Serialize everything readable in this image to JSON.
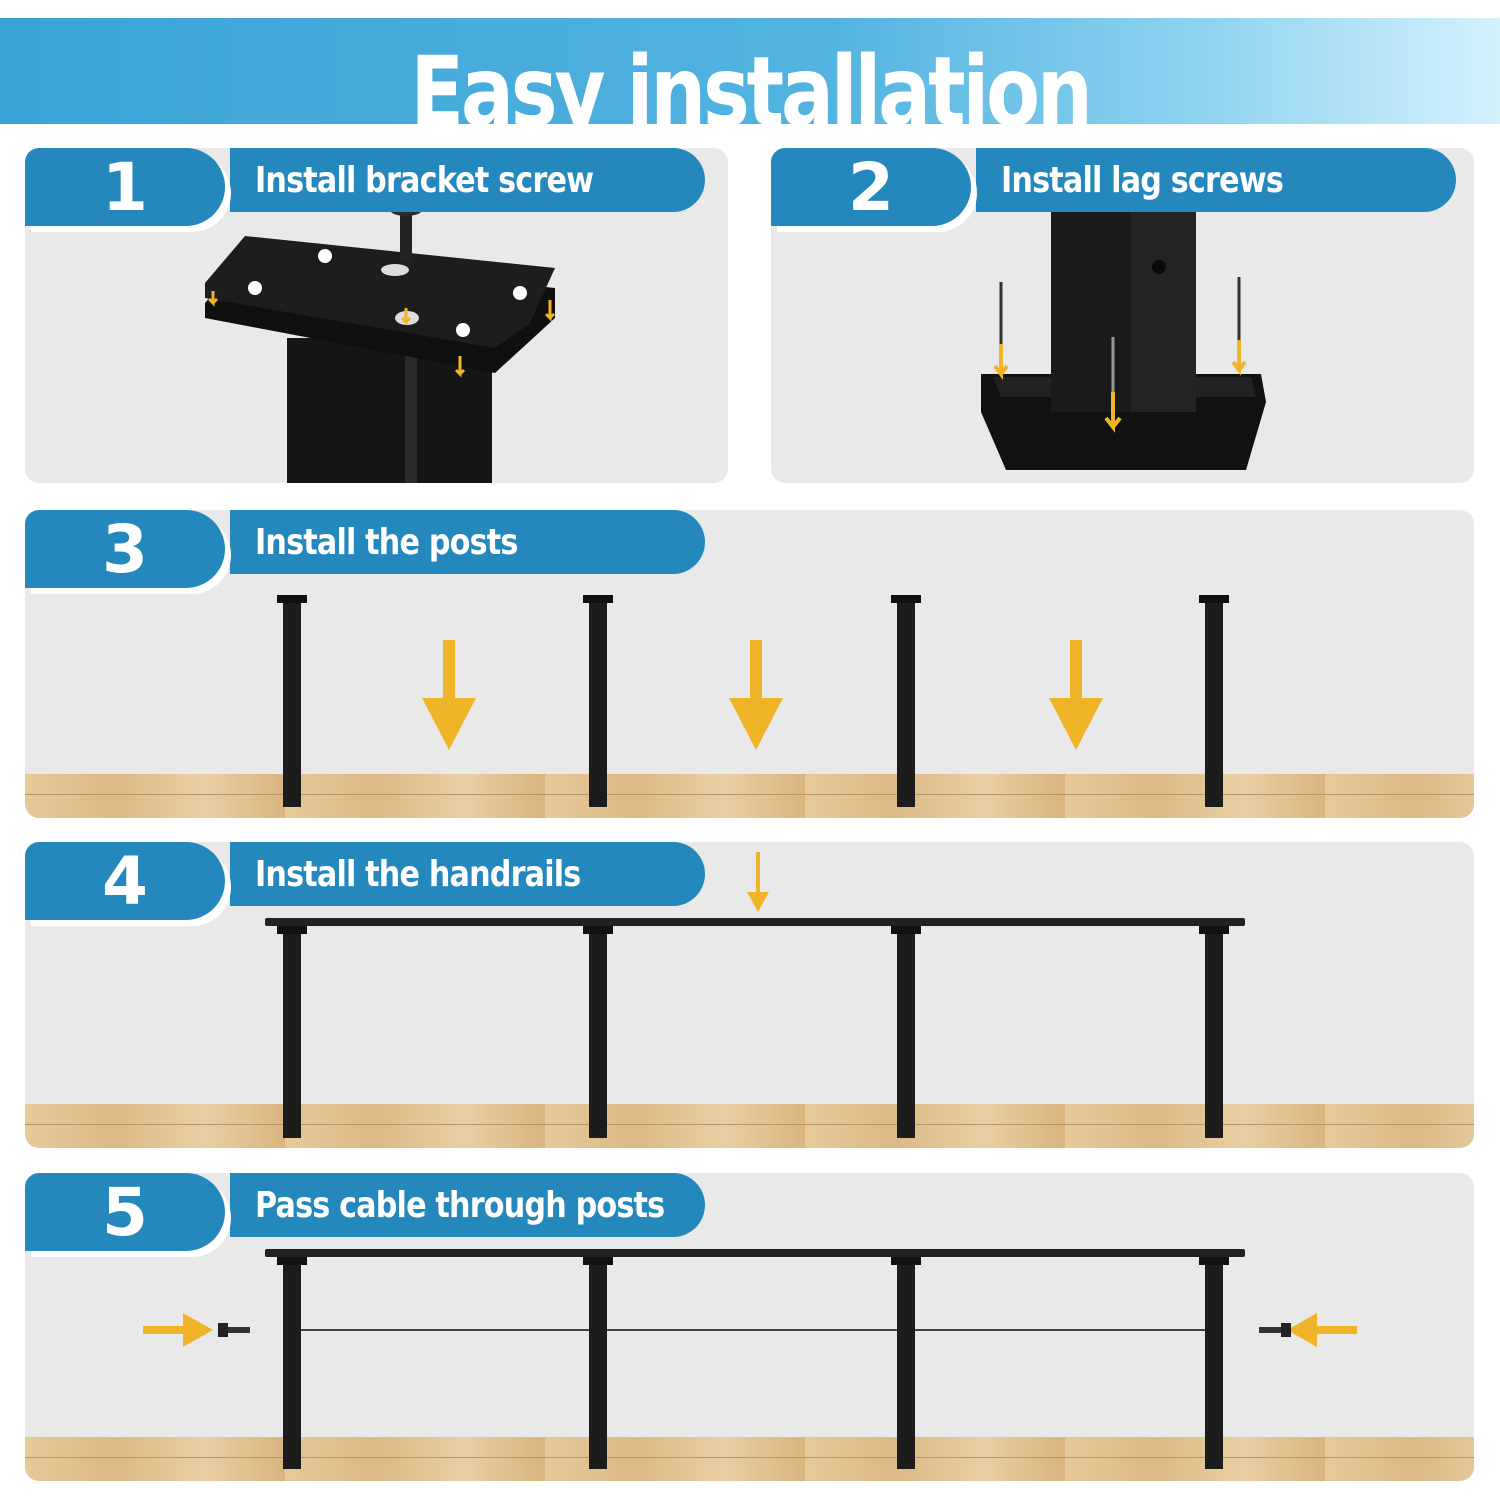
{
  "banner": {
    "title": "Easy installation"
  },
  "steps": [
    {
      "number": "1",
      "label": "Install bracket screw"
    },
    {
      "number": "2",
      "label": "Install lag screws"
    },
    {
      "number": "3",
      "label": "Install the posts"
    },
    {
      "number": "4",
      "label": "Install the handrails"
    },
    {
      "number": "5",
      "label": "Pass cable through posts"
    }
  ],
  "colors": {
    "tab_blue": "#2488bd",
    "banner_blue": "#3aa3d6",
    "panel_gray": "#e9e9e9",
    "arrow_yellow": "#f0b429",
    "post_black": "#1c1c1c"
  }
}
